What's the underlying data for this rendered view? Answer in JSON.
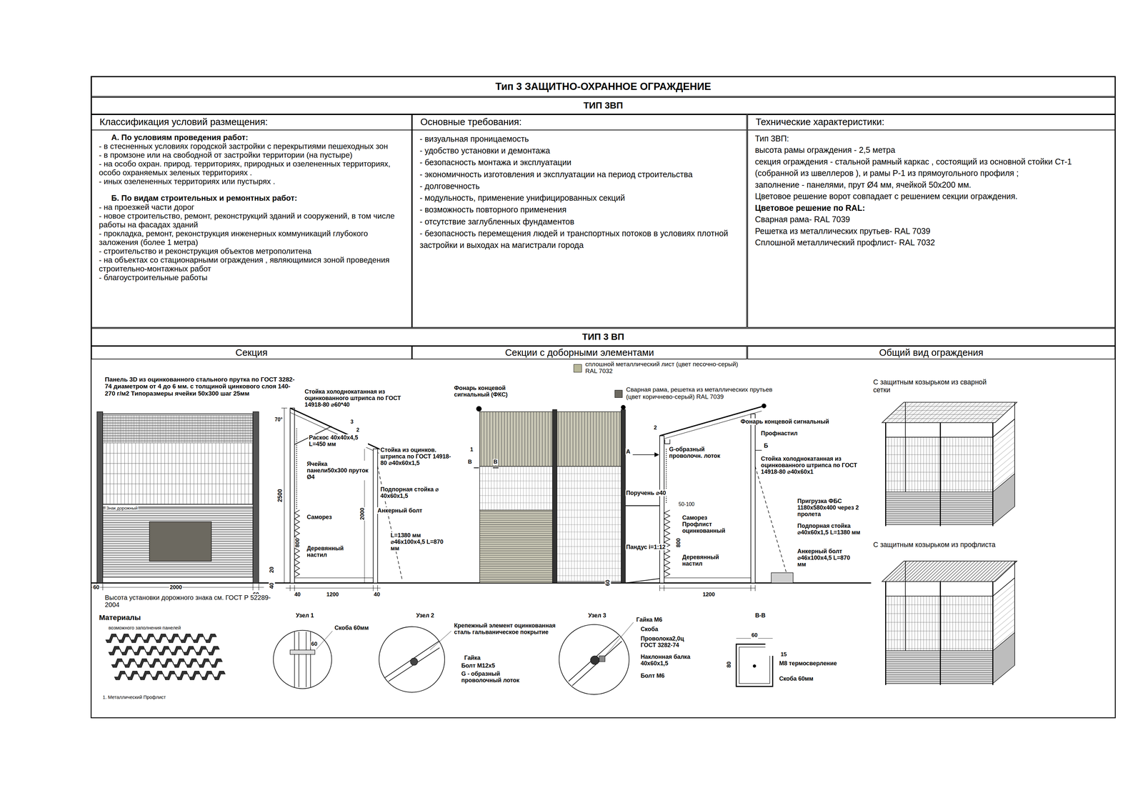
{
  "diagram": {
    "title": "Тип 3 ЗАЩИТНО-ОХРАННОЕ ОГРАЖДЕНИЕ",
    "nodes": [
      {
        "text": [
          "ТИП 3ВП"
        ]
      },
      {
        "text": [
          "Классификация условий размещения:",
          "А. По условиям проведения работ:",
          "- в стесненных условиях городской застройки с перекрытиями пешеходных зон",
          "- в промзоне или на свободной от застройки территории (на пустыре)",
          "- на особо охран. природ. территориях, природных и озелененных территориях, особо охраняемых зеленых территориях .",
          "- иных озелененных территориях или пустырях .",
          "Б. По видам строительных и ремонтных работ:",
          "- на проезжей части дорог",
          "- новое строительство, ремонт, реконструкций зданий и сооружений, в том числе работы на фасадах зданий",
          "- прокладка, ремонт, реконструкция инженерных коммуникаций глубокого заложения (более 1 метра)",
          "- строительство и реконструкция объектов метрополитена",
          "- на объектах со стационарными ограждения , являющимися зоной проведения строительно-монтажных работ",
          "- благоустроительные работы"
        ]
      },
      {
        "text": [
          "Основные требования:",
          "- визуальная проницаемость",
          "- удобство установки и демонтажа",
          "- безопасность монтажа и эксплуатации",
          "- экономичность изготовления и эксплуатации на период строительства",
          "- долговечность",
          "- модульность, применение унифицированных секций",
          "- возможность повторного применения",
          "- отсутствие заглубленных фундаментов",
          "- безопасность перемещения людей и транспортных потоков в условиях плотной застройки и выходах на магистрали города"
        ]
      },
      {
        "text": [
          "Технические характеристики:",
          "Тип 3ВП:",
          "высота рамы ограждения - 2,5 метра",
          "секция ограждения - стальной рамный каркас , состоящий из основной стойки Ст-1 (собранной из швеллеров ), и рамы Р-1 из прямоугольного профиля ;",
          "заполнение - панелями, прут Ø4 мм, ячейкой 50х200 мм.",
          "Цветовое решение ворот совпадает с решением секции ограждения.",
          "Цветовое решение по RAL:",
          "Сварная рама- RAL 7039",
          "Решетка из металлических прутьев- RAL 7039",
          "Сплошной металлический профлист- RAL 7032"
        ]
      },
      {
        "text": [
          "ТИП 3 ВП"
        ]
      },
      {
        "text": [
          "Секция"
        ]
      },
      {
        "text": [
          "Секции с доборными элементами"
        ]
      },
      {
        "text": [
          "Общий вид ограждения"
        ]
      }
    ],
    "labels": [
      "Панель 3D из оцинкованного стального прутка по ГОСТ 3282-74 диаметром от 4 до 6 мм. с толщиной цинкового слоя 140-270 г/м2 Типоразмеры ячейки 50х300 шаг 25мм",
      "Знак дорожный",
      "2500",
      "60",
      "2000",
      "60",
      "Высота установки дорожного знака см. ГОСТ Р 52289-2004",
      "Материалы",
      "возможного заполнения панелей",
      "1. Металлический Профлист",
      "Стойка холоднокатанная из оцинкованного штрипса по ГОСТ 14918-80 ⌀60*40",
      "70°",
      "3",
      "2",
      "Раскос 40х40х4,5 L=450 мм",
      "Ячейка панели50х300 пруток Ø4",
      "Стойка из оцинков. штрипса по ГОСТ 14918-80 ⌀40х60х1,5",
      "Подпорная стойка ⌀ 40х60х1,5",
      "Анкерный болт",
      "2000",
      "Саморез",
      "800",
      "Деревянный настил",
      "L=1380 мм ⌀46х100х4,5 L=870 мм",
      "20",
      "40",
      "40",
      "1200",
      "40",
      "Фонарь концевой сигнальный (ФКС)",
      "1",
      "В",
      "В",
      "Поручень ⌀40",
      "50-100",
      "Пандус i=1:12",
      "60",
      "2",
      "Фонарь концевой сигнальный",
      "Профнастил",
      "А",
      "Б",
      "G-образный проволочн. лоток",
      "Стойка холоднокатанная из оцинкованного штрипса по ГОСТ 14918-80 ⌀40х60х1",
      "Саморез Профлист оцинкованный",
      "800",
      "Деревянный настил",
      "Пригрузка ФБС 1180х580х400 через 2 пролета",
      "Подпорная стойка ⌀40х60х1,5 L=1380 мм",
      "Анкерный болт ⌀46х100х4,5 L=870 мм",
      "1200",
      "С защитным козырьком из сварной сетки",
      "С защитным козырьком из профлиста",
      "Узел 1",
      "Скоба 60мм",
      "60",
      "Узел 2",
      "Крепежный элемент оцинкованная сталь гальваническое покрытие",
      "Гайка",
      "Болт М12х5",
      "G - образный проволочный лоток",
      "Узел 3",
      "Гайка М6",
      "Скоба",
      "Проволока2,0ц ГОСТ 3282-74",
      "Наклонная балка 40х60х1,5",
      "Болт М6",
      "В-В",
      "60",
      "80",
      "15",
      "М8 термосверление",
      "Скоба 60мм"
    ],
    "legend": [
      {
        "text": "сплошной металлический лист (цвет песочно-серый) RAL 7032",
        "color": "#b8b799"
      },
      {
        "text": "Сварная рама, решетка из металлических прутьев (цвет коричнево-серый) RAL 7039",
        "color": "#6c6960"
      }
    ]
  }
}
